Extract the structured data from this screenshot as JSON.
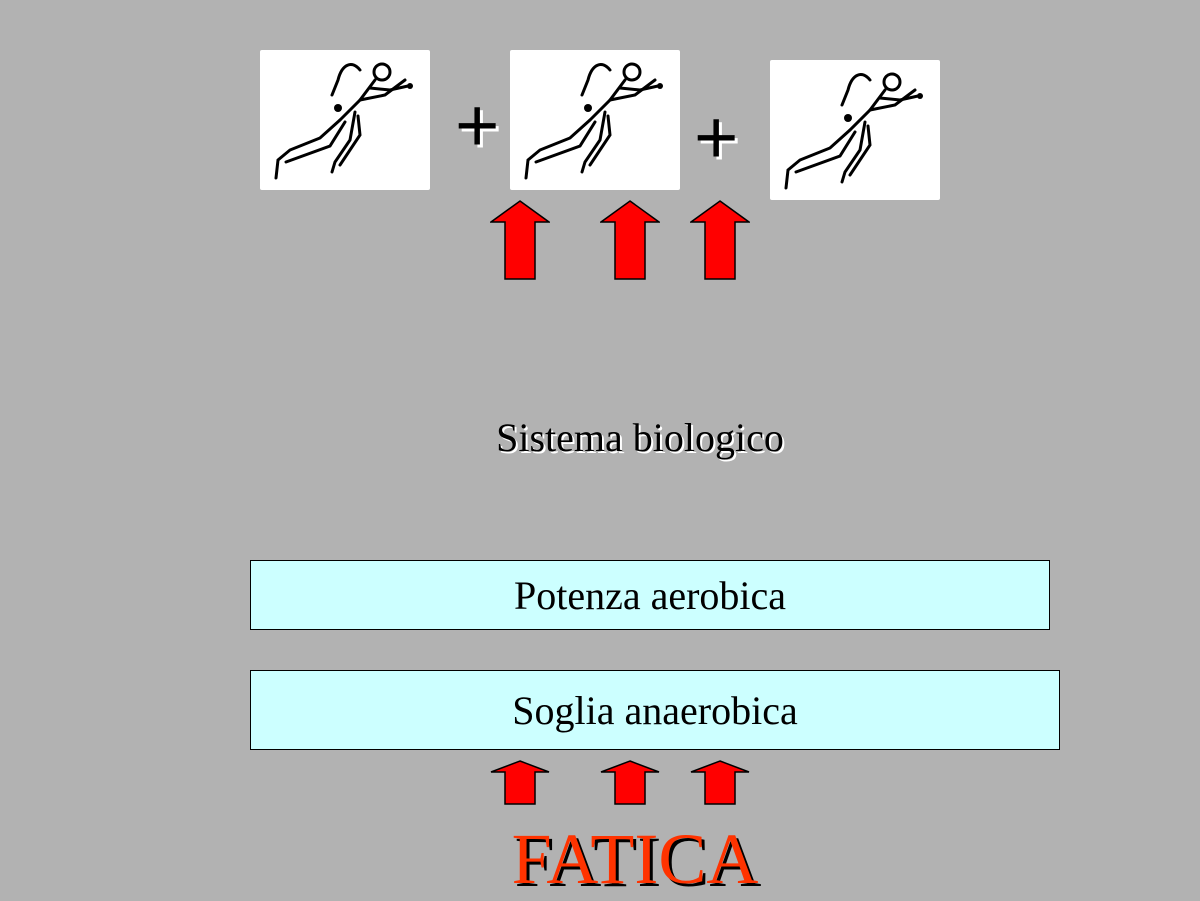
{
  "slide": {
    "operator_1": "+",
    "operator_2": "+",
    "system_label": "Sistema biologico",
    "boxes": [
      {
        "label": "Potenza aerobica"
      },
      {
        "label": "Soglia anaerobica"
      }
    ],
    "outcome": "FATICA",
    "icons": {
      "runner": "runner-icon",
      "arrow": "arrow-up-icon"
    },
    "colors": {
      "background": "#b2b2b2",
      "box_fill": "#ccffff",
      "arrow": "#ff0000",
      "outcome_text": "#ff3300"
    }
  }
}
